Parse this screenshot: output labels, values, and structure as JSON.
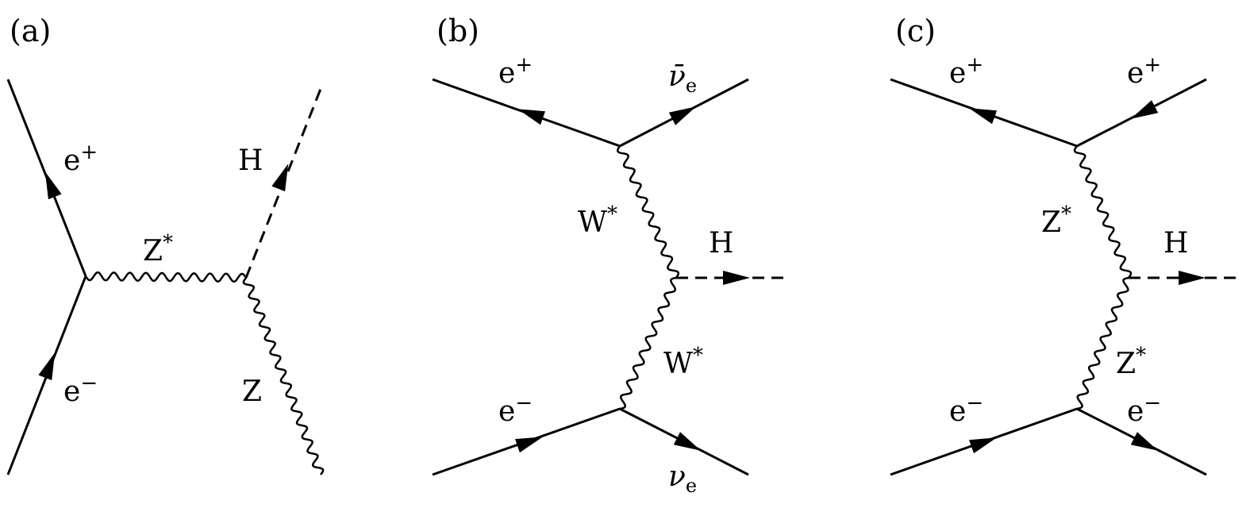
{
  "panels": [
    {
      "id": "a",
      "label": "(a)",
      "particles": {
        "positron": "e",
        "positron_sup": "+",
        "electron": "e",
        "electron_sup": "−",
        "propagator": "Z",
        "propagator_sup": "*",
        "higgs": "H",
        "z_boson": "Z"
      }
    },
    {
      "id": "b",
      "label": "(b)",
      "particles": {
        "positron": "e",
        "positron_sup": "+",
        "antineutrino": "ν̄",
        "antineutrino_sub": "e",
        "propagator_top": "W",
        "propagator_top_sup": "*",
        "higgs": "H",
        "propagator_bottom": "W",
        "propagator_bottom_sup": "*",
        "electron": "e",
        "electron_sup": "−",
        "neutrino": "ν",
        "neutrino_sub": "e"
      }
    },
    {
      "id": "c",
      "label": "(c)",
      "particles": {
        "positron_in": "e",
        "positron_in_sup": "+",
        "positron_out": "e",
        "positron_out_sup": "+",
        "propagator_top": "Z",
        "propagator_top_sup": "*",
        "higgs": "H",
        "propagator_bottom": "Z",
        "propagator_bottom_sup": "*",
        "electron_in": "e",
        "electron_in_sup": "−",
        "electron_out": "e",
        "electron_out_sup": "−"
      }
    }
  ]
}
